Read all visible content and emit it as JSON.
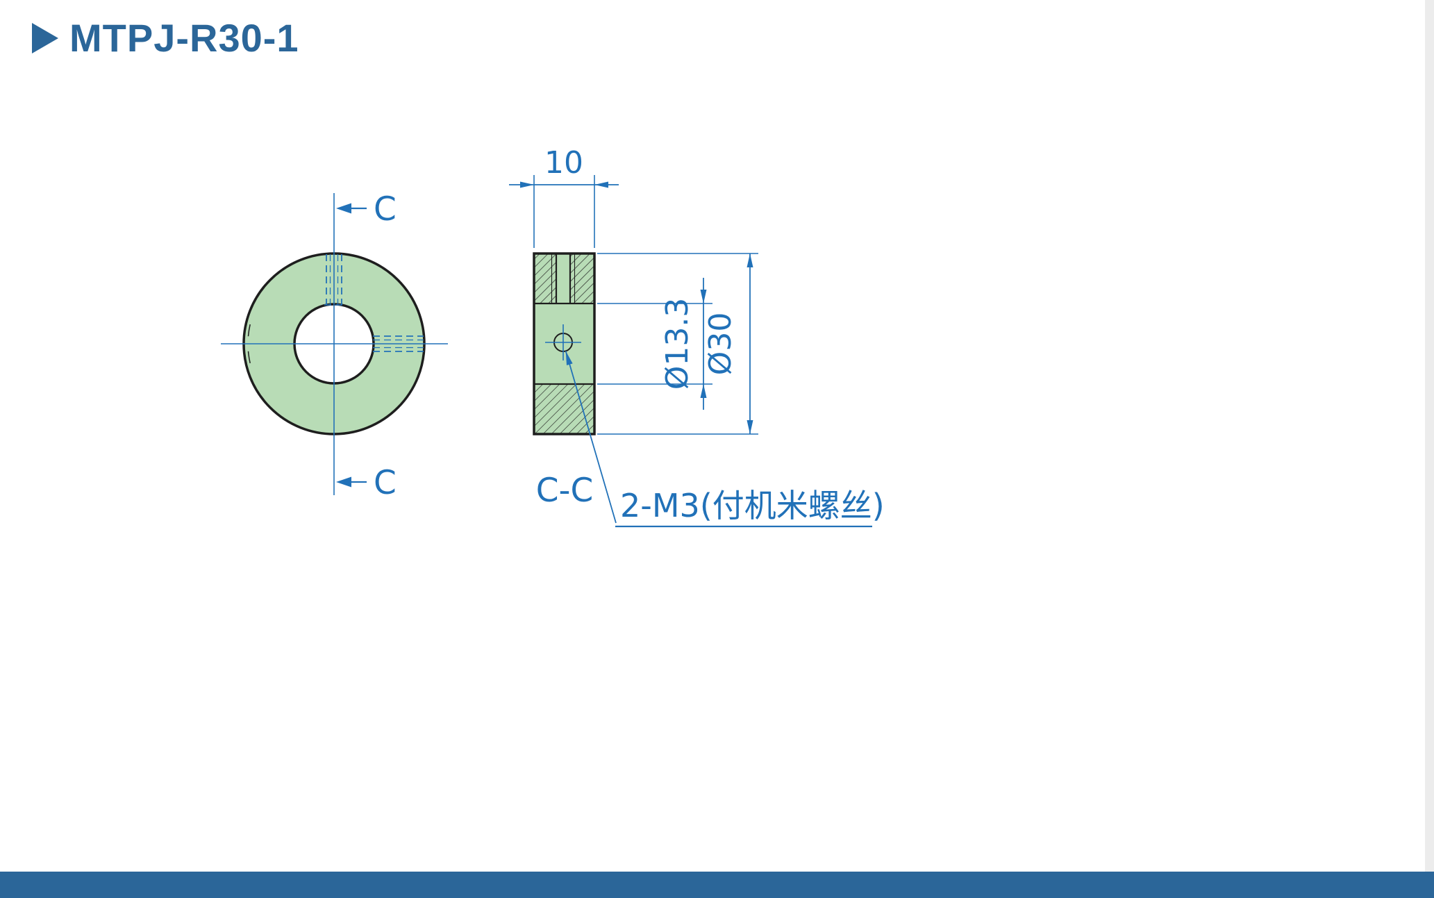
{
  "title": "MTPJ-R30-1",
  "colors": {
    "accent_blue": "#2b6699",
    "line_blue": "#2171b8",
    "outline_dark": "#1e1e1e",
    "part_green": "#b8dcb6"
  },
  "front_view": {
    "section_arrow_top_label": "C",
    "section_arrow_bottom_label": "C"
  },
  "section_view": {
    "label": "C-C",
    "thread_note": "2-M3(付机米螺丝)"
  },
  "dimensions": {
    "thickness": "10",
    "bore_diameter": "Ø13.3",
    "outer_diameter": "Ø30"
  }
}
